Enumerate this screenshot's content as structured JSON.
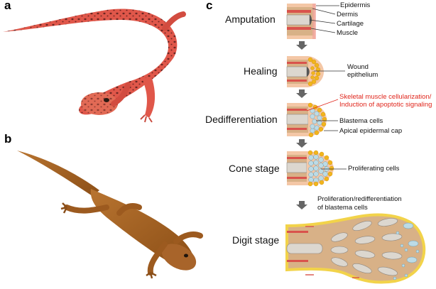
{
  "panels": {
    "a": "a",
    "b": "b",
    "c": "c"
  },
  "stages": {
    "amputation": "Amputation",
    "healing": "Healing",
    "dedifferentiation": "Dedifferentiation",
    "cone": "Cone stage",
    "digit": "Digit stage"
  },
  "labels": {
    "epidermis": "Epidermis",
    "dermis": "Dermis",
    "cartilage": "Cartilage",
    "muscle": "Muscle",
    "wound_1": "Wound",
    "wound_2": "epithelium",
    "skeletal_1": "Skeletal muscle cellularization/",
    "skeletal_2": "Induction of apoptotic signaling",
    "blastema": "Blastema cells",
    "apical": "Apical epidermal cap",
    "proliferating": "Proliferating cells",
    "prolif_1": "Proliferation/redifferentiation",
    "prolif_2": "of blastema cells"
  },
  "colors": {
    "salamander_red": "#e0574a",
    "salamander_spots": "#5a1f1c",
    "newt_brown": "#a4621f",
    "skin": "#f4c7a6",
    "dermis_tan": "#d8b187",
    "muscle_red": "#d9534c",
    "cartilage_gray": "#dcd7cf",
    "wound_yellow": "#f2b51d",
    "blastema_blue": "#bcdbe6",
    "arrow_gray": "#666666",
    "red_text": "#e0261c"
  }
}
